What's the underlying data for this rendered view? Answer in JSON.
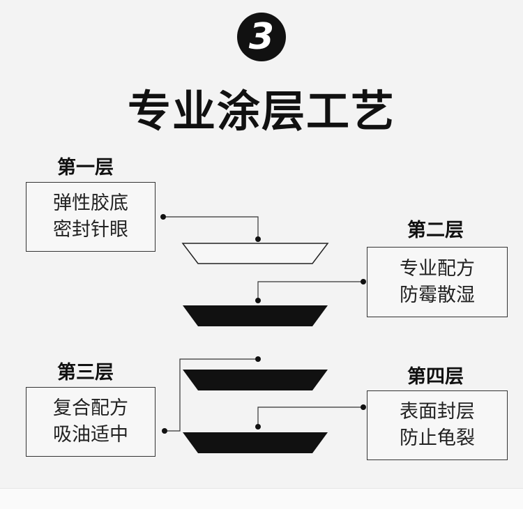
{
  "badge": {
    "number": "3"
  },
  "title": "专业涂层工艺",
  "layers": [
    {
      "label": "第一层",
      "line1": "弹性胶底",
      "line2": "密封针眼"
    },
    {
      "label": "第二层",
      "line1": "专业配方",
      "line2": "防霉散湿"
    },
    {
      "label": "第三层",
      "line1": "复合配方",
      "line2": "吸油适中"
    },
    {
      "label": "第四层",
      "line1": "表面封层",
      "line2": "防止龟裂"
    }
  ],
  "colors": {
    "background": "#f3f3f3",
    "ink": "#111111",
    "line": "#333333"
  }
}
